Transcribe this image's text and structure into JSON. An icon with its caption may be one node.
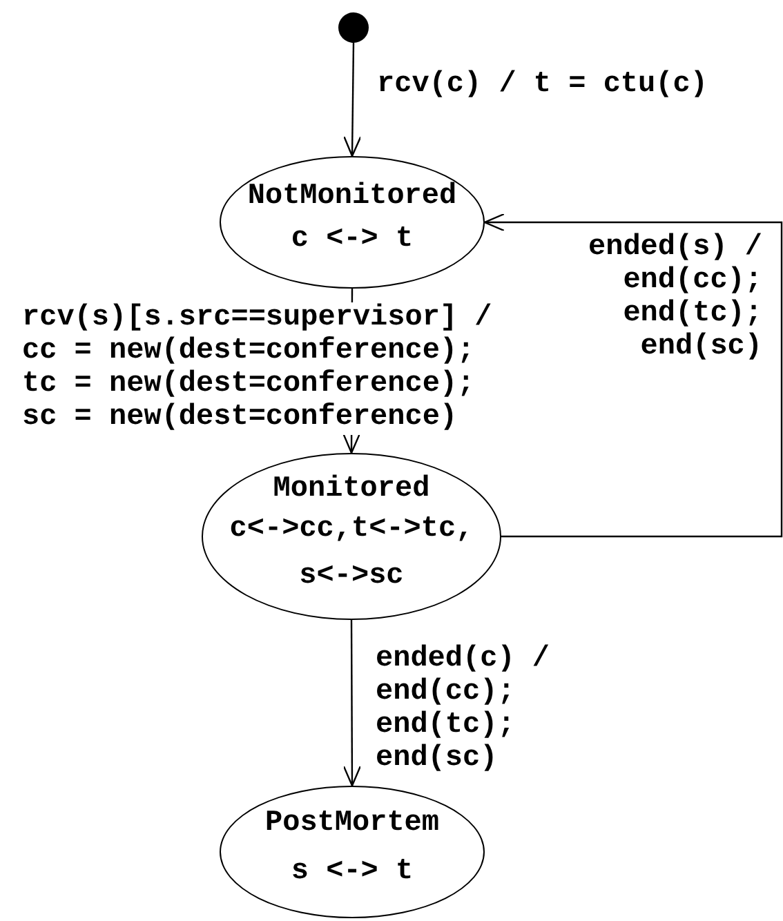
{
  "diagram": {
    "nodes": [
      {
        "text": [],
        "shape": "circle"
      },
      {
        "text": [
          "NotMonitored",
          "c <-> t"
        ]
      },
      {
        "text": [
          "Monitored",
          "c<->cc,t<->tc, s<->sc"
        ]
      },
      {
        "text": [
          "PostMortem",
          "s <-> t"
        ]
      }
    ],
    "edges": [
      {
        "from": 0,
        "to": 1,
        "arrow": "to",
        "label": "rcv(c) / t = ctu(c)"
      },
      {
        "from": 1,
        "to": 2,
        "arrow": "to",
        "label": "rcv(s)[s.src==supervisor] / cc = new(dest=conference); tc = new(dest=conference); sc = new(dest=conference)"
      },
      {
        "from": 2,
        "to": 1,
        "arrow": "to",
        "label": "ended(s) / end(cc); end(tc); end(sc)"
      },
      {
        "from": 2,
        "to": 3,
        "arrow": "to",
        "label": "ended(c) / end(cc); end(tc); end(sc)"
      }
    ]
  }
}
